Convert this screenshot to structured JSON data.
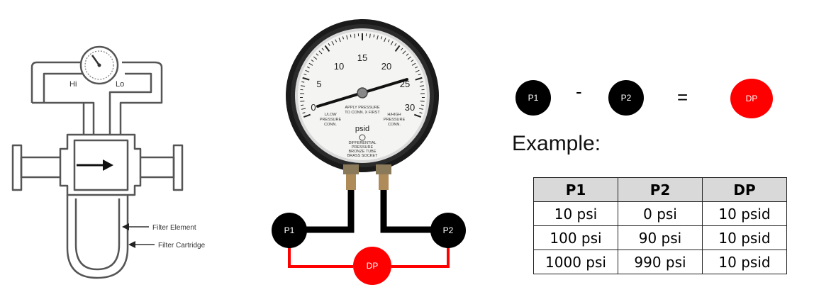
{
  "filter_diagram": {
    "hi_label": "Hi",
    "lo_label": "Lo",
    "filter_element_label": "Filter Element",
    "filter_cartridge_label": "Filter Cartridge"
  },
  "gauge": {
    "scale_labels": [
      "0",
      "5",
      "10",
      "15",
      "20",
      "25",
      "30"
    ],
    "unit": "psid",
    "apply_text_1": "APPLY PRESSURE",
    "apply_text_2": "TO CONN. X FIRST",
    "left_conn_1": "L/LOW",
    "left_conn_2": "PRESSURE",
    "left_conn_3": "CONN.",
    "right_conn_1": "H/HIGH",
    "right_conn_2": "PRESSURE",
    "right_conn_3": "CONN.",
    "bottom_text_1": "DIFFERENTIAL",
    "bottom_text_2": "PRESSURE",
    "bottom_text_3": "BRONZE TUBE",
    "bottom_text_4": "BRASS SOCKET",
    "p1_label": "P1",
    "p2_label": "P2",
    "dp_label": "DP"
  },
  "equation": {
    "p1_label": "P1",
    "minus": "-",
    "p2_label": "P2",
    "equals": "=",
    "dp_label": "DP",
    "example_label": "Example:"
  },
  "table": {
    "headers": [
      "P1",
      "P2",
      "DP"
    ],
    "rows": [
      [
        "10 psi",
        "0 psi",
        "10 psid"
      ],
      [
        "100 psi",
        "90 psi",
        "10 psid"
      ],
      [
        "1000 psi",
        "990 psi",
        "10 psid"
      ]
    ]
  },
  "colors": {
    "black_circle": "#000000",
    "red_circle": "#ff0000",
    "red_line": "#ff0000"
  }
}
